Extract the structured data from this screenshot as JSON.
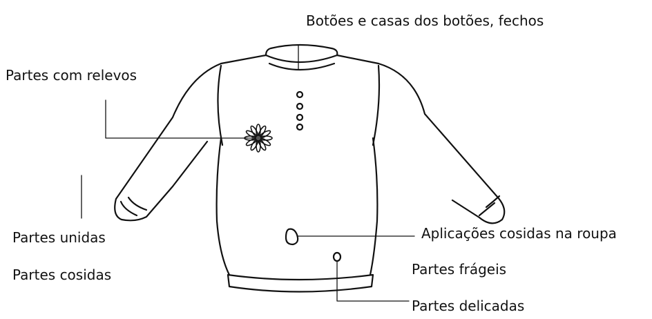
{
  "labels": {
    "buttons": "Botões e casas dos botões, fechos",
    "relief": "Partes com relevos",
    "joined": "Partes unidas",
    "sewn": "Partes cosidas",
    "applique": "Aplicações cosidas na roupa",
    "fragile": "Partes frágeis",
    "delicate": "Partes delicadas"
  },
  "colors": {
    "line": "#111111",
    "background": "#ffffff"
  }
}
